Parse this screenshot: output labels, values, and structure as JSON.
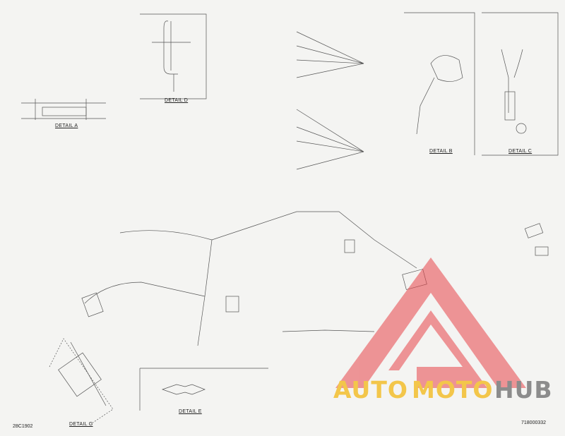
{
  "details": {
    "a": "DETAIL A",
    "b": "DETAIL B",
    "c": "DETAIL C",
    "d": "DETAIL D",
    "e": "DETAIL E",
    "g": "DETAIL G"
  },
  "refs": {
    "bottom_left": "28C1902",
    "bottom_right": "718000332"
  },
  "watermark": {
    "brand_auto": "AUTO",
    "brand_moto": "MOTO",
    "brand_hub": "HUB",
    "colors": {
      "logo_red": "#e8454a",
      "gold": "#f3c64a",
      "gray": "#8c8c8c"
    }
  }
}
